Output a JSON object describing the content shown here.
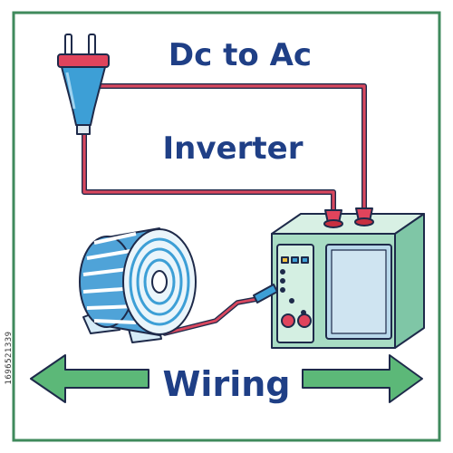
{
  "title_line1": "Dc to Ac",
  "title_line2": "Inverter",
  "bottom_label": "Wiring",
  "stock_id": "1696521339",
  "icons": [
    "power-plug-icon",
    "electric-motor-icon",
    "inverter-box-icon",
    "left-arrow-icon",
    "right-arrow-icon"
  ],
  "colors": {
    "border": "#3f8a5c",
    "title": "#1f3f86",
    "plug_blue": "#3d9fd6",
    "plug_red": "#e0445c",
    "wire_red": "#d9475e",
    "box_green": "#a8dcc4",
    "screen_blue": "#b8d8ea",
    "arrow_green": "#5cb878",
    "motor_blue": "#4fa3d8"
  }
}
